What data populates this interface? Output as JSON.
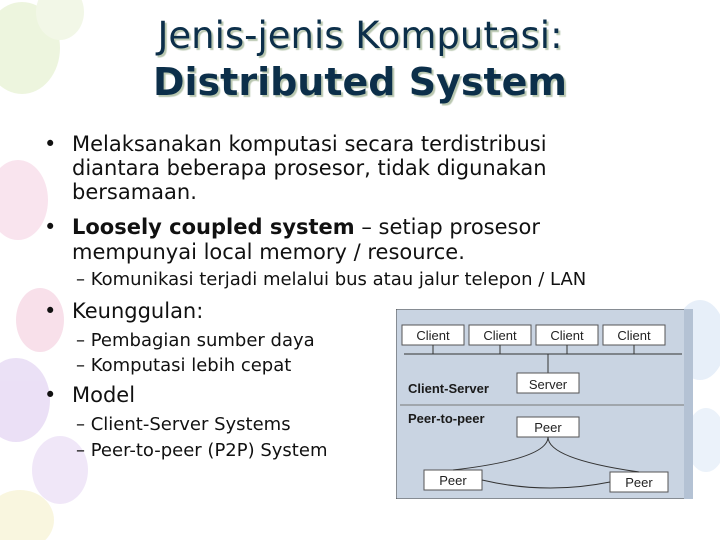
{
  "title": {
    "line1": "Jenis-jenis Komputasi:",
    "line2": "Distributed System"
  },
  "bullets": {
    "b1": {
      "line1": "Melaksanakan komputasi secara terdistribusi",
      "line2": "diantara beberapa prosesor, tidak digunakan",
      "line3": "bersamaan."
    },
    "b2": {
      "bold": "Loosely coupled system",
      "rest": " – setiap prosesor",
      "line2": "mempunyai local memory / resource."
    },
    "b2_sub": "– Komunikasi terjadi melalui bus atau jalur telepon / LAN",
    "b3": {
      "text": "Keunggulan:",
      "sub1": "– Pembagian sumber daya",
      "sub2": "– Komputasi lebih cepat"
    },
    "b4": {
      "text": "Model",
      "sub1": "– Client-Server Systems",
      "sub2": "– Peer-to-peer (P2P) System"
    },
    "bullet_char": "•"
  },
  "diagram": {
    "clients": [
      "Client",
      "Client",
      "Client",
      "Client"
    ],
    "client_server_label": "Client-Server",
    "server": "Server",
    "p2p_label": "Peer-to-peer",
    "peer_top": "Peer",
    "peer_left": "Peer",
    "peer_right": "Peer"
  },
  "colors": {
    "title": "#0c2f4a",
    "diagram_bg": "#c9d4e2",
    "balloon_pink": "#f2c7d8",
    "balloon_purple": "#d9c4ec",
    "balloon_green": "#e3f0c8"
  }
}
